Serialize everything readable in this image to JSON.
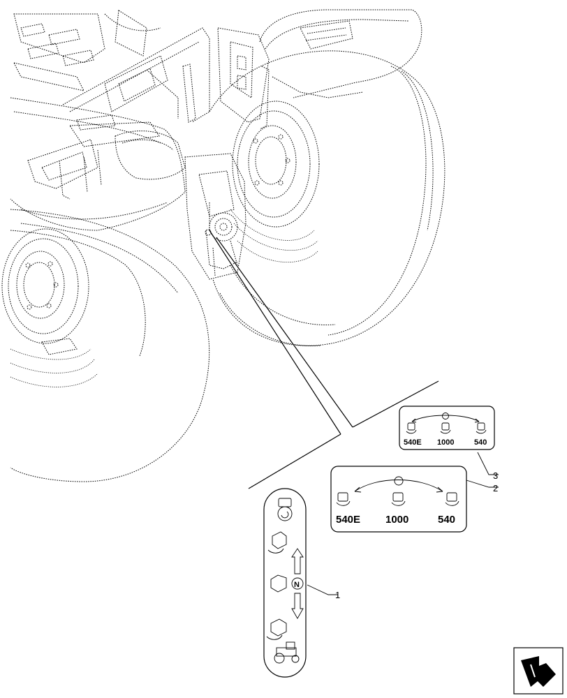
{
  "decals": {
    "decal_3": {
      "callout": "3",
      "labels": [
        "540E",
        "1000",
        "540"
      ]
    },
    "decal_2": {
      "callout": "2",
      "labels": [
        "540E",
        "1000",
        "540"
      ]
    },
    "decal_1": {
      "callout": "1",
      "neutral_symbol": "N"
    }
  },
  "icons": {
    "tractor": "tractor-icon",
    "pto_shaft": "pto-shaft-icon",
    "navigation": "next-page-arrow-icon"
  }
}
